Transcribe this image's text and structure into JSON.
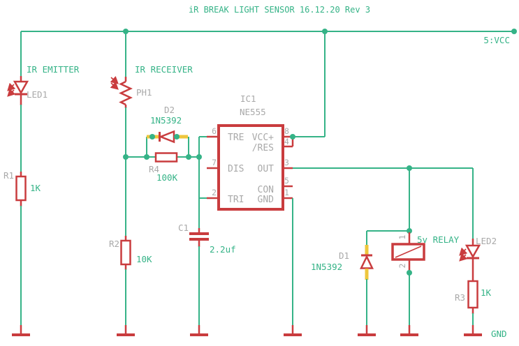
{
  "title": "iR BREAK LIGHT SENSOR 16.12.20 Rev 3",
  "colors": {
    "wire": "#35b387",
    "component": "#c93c3e",
    "reference_text": "#a9a9a9",
    "value_text": "#35b387",
    "highlight": "#eec63c",
    "background": "#ffffff"
  },
  "power": {
    "vcc": "5:VCC",
    "gnd": "GND"
  },
  "labels": {
    "ir_emitter": "IR EMITTER",
    "ir_receiver": "IR RECEIVER",
    "led1": "LED1",
    "r1_ref": "R1",
    "r1_val": "1K",
    "ph1": "PH1",
    "r2_ref": "R2",
    "r2_val": "10K",
    "d2_ref": "D2",
    "d2_val": "1N5392",
    "r4_ref": "R4",
    "r4_val": "100K",
    "c1_ref": "C1",
    "c1_val": "2.2uf",
    "ic_ref": "IC1",
    "ic_val": "NE555",
    "d1_ref": "D1",
    "d1_val": "1N5392",
    "relay": "5v RELAY",
    "relay_pin1": "1",
    "relay_pin2": "2",
    "led2": "LED2",
    "r3_ref": "R3",
    "r3_val": "1K"
  },
  "ic_pins": {
    "p6": {
      "num": "6",
      "name": "TRE"
    },
    "p7": {
      "num": "7",
      "name": "DIS"
    },
    "p2": {
      "num": "2",
      "name": "TRI"
    },
    "p8": {
      "num": "8",
      "name": "VCC+"
    },
    "p4": {
      "num": "4",
      "name": "/RES"
    },
    "p3": {
      "num": "3",
      "name": "OUT"
    },
    "p5": {
      "num": "5",
      "name": "CON"
    },
    "p1": {
      "num": "1",
      "name": "GND"
    }
  }
}
